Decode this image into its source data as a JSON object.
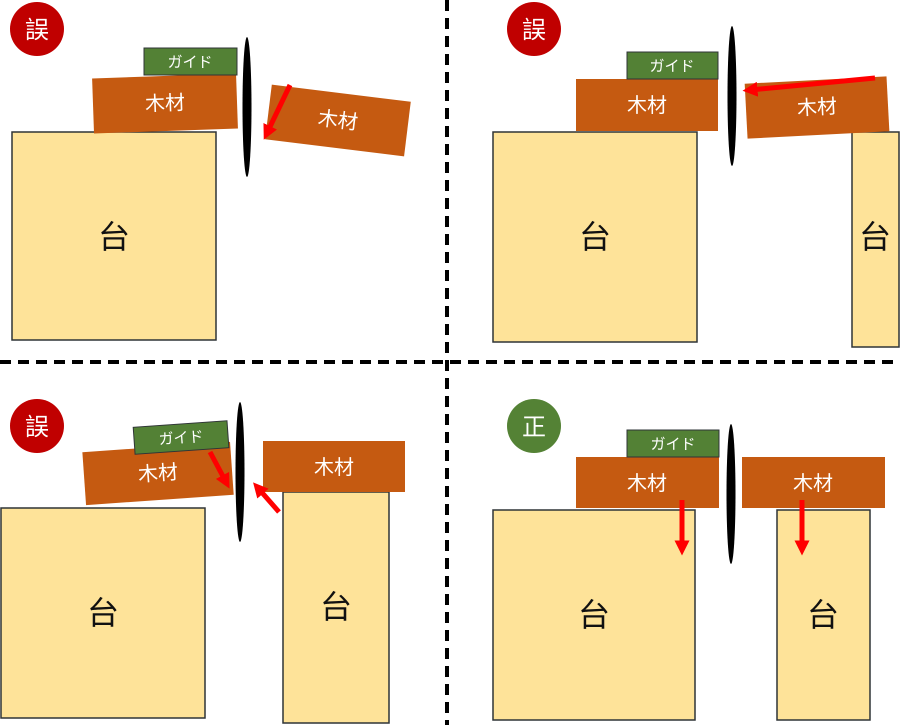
{
  "labels": {
    "wrong": "誤",
    "correct": "正",
    "guide": "ガイド",
    "wood": "木材",
    "table": "台"
  },
  "colors": {
    "table_fill": "#FEE399",
    "table_stroke": "#2F3437",
    "wood_fill": "#C55A11",
    "guide_fill": "#538135",
    "wrong_badge": "#C00000",
    "correct_badge": "#548235",
    "arrow": "#FF0000",
    "blade": "#000000",
    "divider": "#000000"
  },
  "panels": [
    {
      "id": "top-left",
      "verdict": "wrong"
    },
    {
      "id": "top-right",
      "verdict": "wrong"
    },
    {
      "id": "bottom-left",
      "verdict": "wrong"
    },
    {
      "id": "bottom-right",
      "verdict": "correct"
    }
  ]
}
